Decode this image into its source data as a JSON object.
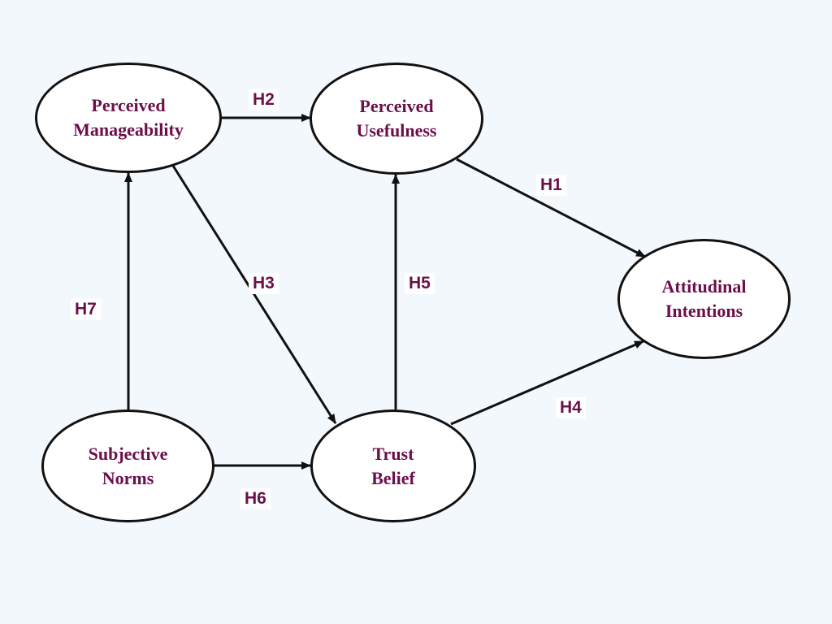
{
  "colors": {
    "background": "#f3f8fd",
    "node_fill": "#ffffff",
    "node_border": "#111111",
    "label_text": "#6b0f4a",
    "arrow": "#111111"
  },
  "nodes": {
    "perceived_manageability": {
      "line1": "Perceived",
      "line2": "Manageability"
    },
    "perceived_usefulness": {
      "line1": "Perceived",
      "line2": "Usefulness"
    },
    "attitudinal_intentions": {
      "line1": "Attitudinal",
      "line2": "Intentions"
    },
    "subjective_norms": {
      "line1": "Subjective",
      "line2": "Norms"
    },
    "trust_belief": {
      "line1": "Trust",
      "line2": "Belief"
    }
  },
  "edges": [
    {
      "id": "h1",
      "label": "H1",
      "from": "perceived_usefulness",
      "to": "attitudinal_intentions"
    },
    {
      "id": "h2",
      "label": "H2",
      "from": "perceived_manageability",
      "to": "perceived_usefulness"
    },
    {
      "id": "h3",
      "label": "H3",
      "from": "perceived_manageability",
      "to": "trust_belief"
    },
    {
      "id": "h4",
      "label": "H4",
      "from": "trust_belief",
      "to": "attitudinal_intentions"
    },
    {
      "id": "h5",
      "label": "H5",
      "from": "trust_belief",
      "to": "perceived_usefulness"
    },
    {
      "id": "h6",
      "label": "H6",
      "from": "subjective_norms",
      "to": "trust_belief"
    },
    {
      "id": "h7",
      "label": "H7",
      "from": "subjective_norms",
      "to": "perceived_manageability"
    }
  ]
}
